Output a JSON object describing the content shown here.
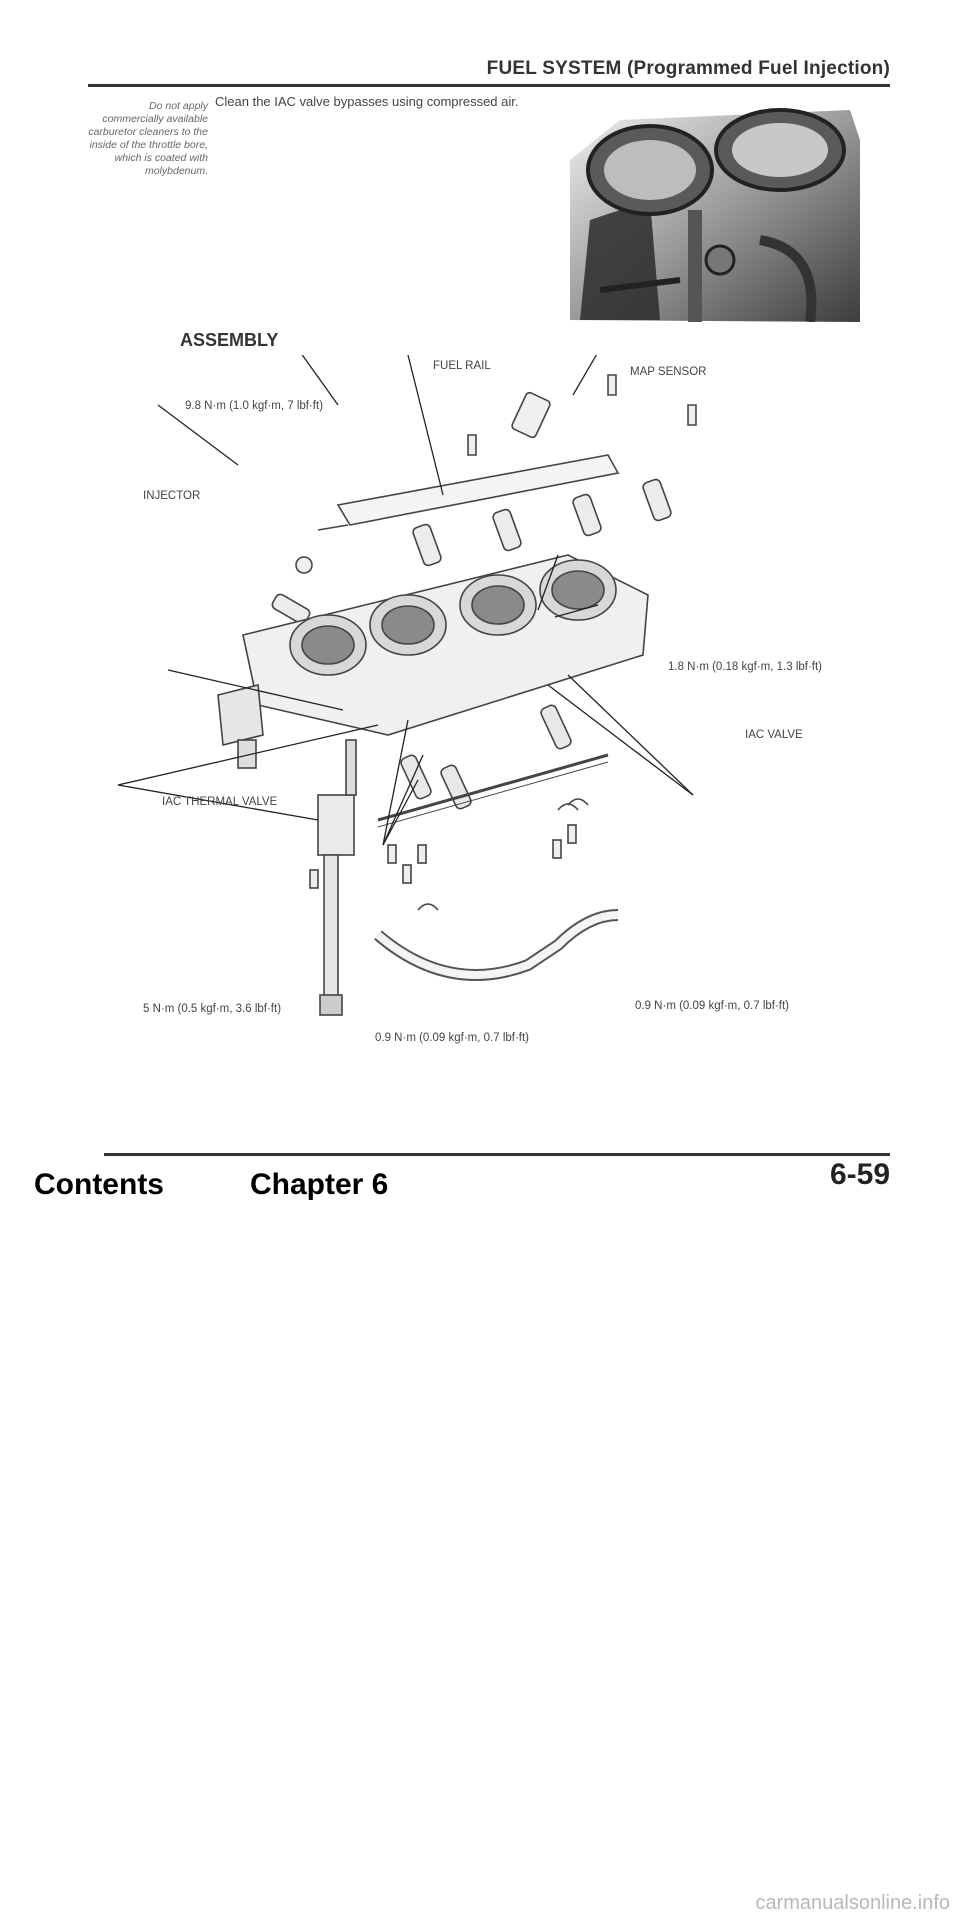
{
  "header": {
    "title": "FUEL SYSTEM (Programmed Fuel Injection)"
  },
  "caution_note": "Do not apply commercially available carburetor cleaners to the inside of the throttle bore, which is coated with molybdenum.",
  "instruction": "Clean the IAC valve bypasses using compressed air.",
  "section": {
    "title": "ASSEMBLY"
  },
  "diagram_labels": {
    "fuel_rail": "FUEL RAIL",
    "map_sensor": "MAP SENSOR",
    "torque_9_8": "9.8 N·m (1.0 kgf·m, 7 lbf·ft)",
    "injector": "INJECTOR",
    "torque_1_8": "1.8 N·m (0.18 kgf·m, 1.3 lbf·ft)",
    "iac_valve": "IAC VALVE",
    "iac_thermal_valve": "IAC THERMAL VALVE",
    "torque_5": "5 N·m (0.5 kgf·m, 3.6 lbf·ft)",
    "torque_0_9_right": "0.9 N·m (0.09 kgf·m, 0.7 lbf·ft)",
    "torque_0_9_bottom": "0.9 N·m (0.09 kgf·m, 0.7 lbf·ft)"
  },
  "footer": {
    "contents_link": "Contents",
    "chapter_link": "Chapter 6",
    "page_number": "6-59",
    "watermark": "carmanualsonline.info"
  }
}
